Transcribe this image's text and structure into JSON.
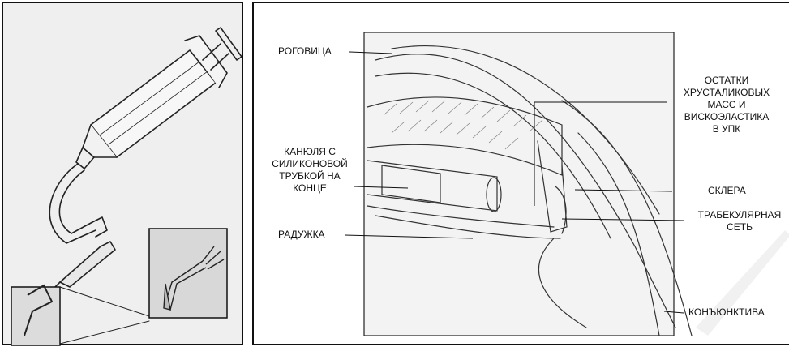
{
  "labels": {
    "cornea": "РОГОВИЦА",
    "cannula": [
      "КАНЮЛЯ С",
      "СИЛИКОНОВОЙ",
      "ТРУБКОЙ НА",
      "КОНЦЕ"
    ],
    "iris": "РАДУЖКА",
    "residues": [
      "ОСТАТКИ",
      "ХРУСТАЛИКОВЫХ",
      "МАСС И",
      "ВИСКОЭЛАСТИКА",
      "В УПК"
    ],
    "sclera": "СКЛЕРА",
    "trabecular": [
      "ТРАБЕКУЛЯРНАЯ",
      "СЕТЬ"
    ],
    "conjunctiva": "КОНЪЮНКТИВА"
  },
  "icons": [
    "syringe-icon",
    "cannula-tip-icon",
    "eye-cross-section-icon"
  ],
  "colors": {
    "ink": "#111111",
    "paper": "#efefef",
    "background": "#ffffff"
  }
}
